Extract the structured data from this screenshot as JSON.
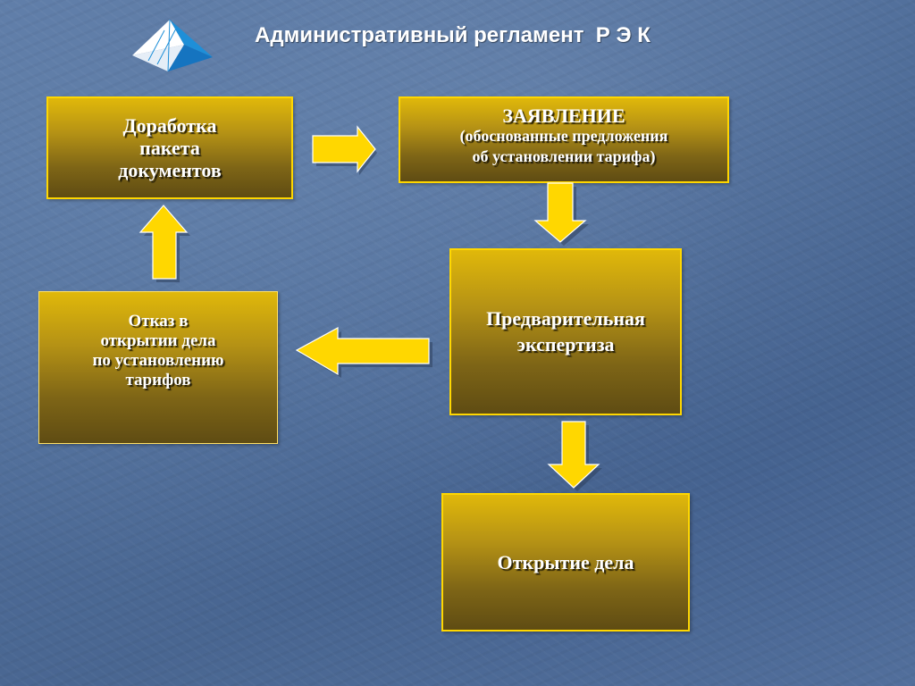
{
  "header": {
    "title": "Административный регламент  Р Э К",
    "logo_icon": "pyramid-logo-icon"
  },
  "colors": {
    "box_border": "#ffd700",
    "box_top": "#e0b80a",
    "box_bottom": "#5f4c13",
    "arrow_fill": "#ffd700",
    "background": "#4f6d99"
  },
  "boxes": {
    "dorabotka": {
      "lines": [
        "Доработка",
        "пакета",
        "документов"
      ]
    },
    "zayavlenie": {
      "lines": [
        "ЗАЯВЛЕНИЕ",
        "(обоснованные предложения",
        "об установлении тарифа)"
      ]
    },
    "otkaz": {
      "lines": [
        "Отказ в",
        "открытии дела",
        "по установлению",
        "тарифов"
      ]
    },
    "ekspertiza": {
      "lines": [
        "Предварительная",
        "экспертиза"
      ]
    },
    "otkrytie": {
      "lines": [
        "Открытие дела"
      ]
    }
  }
}
